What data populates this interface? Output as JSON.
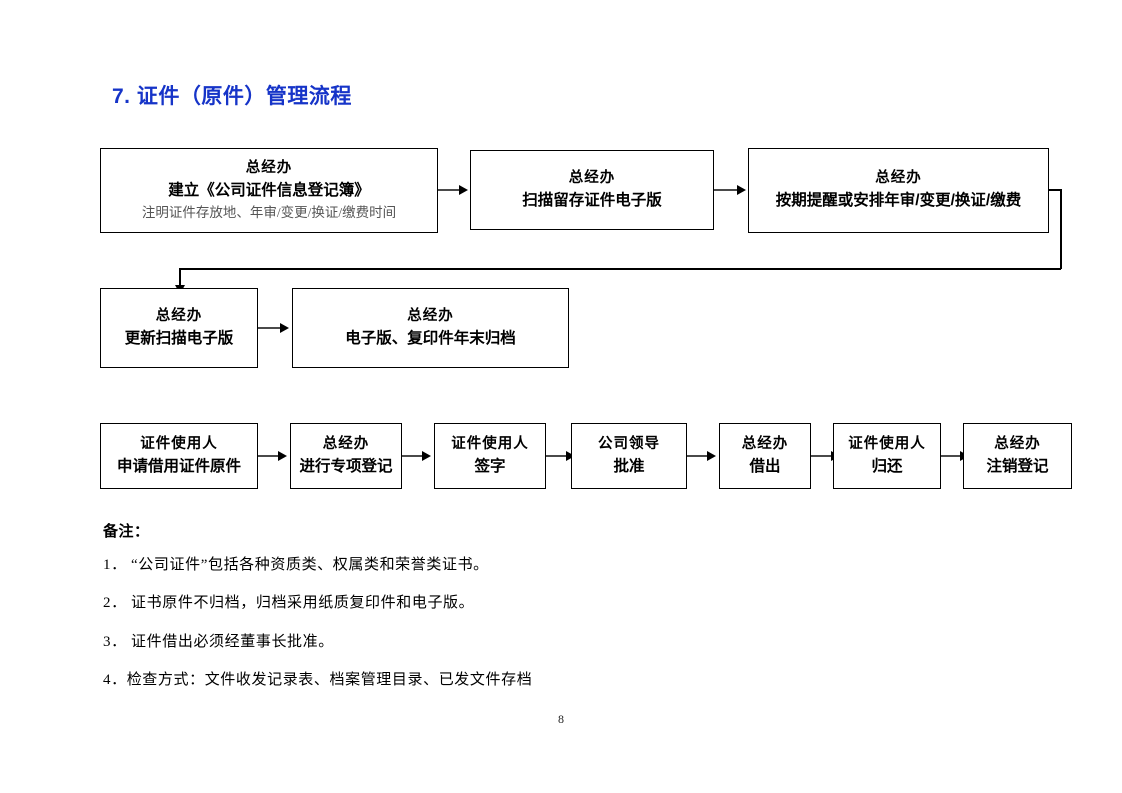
{
  "document": {
    "title": "7. 证件（原件）管理流程",
    "title_color": "#1634c8",
    "page_number": "8"
  },
  "flow": {
    "row1": [
      {
        "role": "总经办",
        "action": "建立《公司证件信息登记簿》",
        "note": "注明证件存放地、年审/变更/换证/缴费时间"
      },
      {
        "role": "总经办",
        "action": "扫描留存证件电子版",
        "note": ""
      },
      {
        "role": "总经办",
        "action": "按期提醒或安排年审/变更/换证/缴费",
        "note": ""
      }
    ],
    "row2": [
      {
        "role": "总经办",
        "action": "更新扫描电子版"
      },
      {
        "role": "总经办",
        "action": "电子版、复印件年末归档"
      }
    ],
    "row3": [
      {
        "role": "证件使用人",
        "action": "申请借用证件原件"
      },
      {
        "role": "总经办",
        "action": "进行专项登记"
      },
      {
        "role": "证件使用人",
        "action": "签字"
      },
      {
        "role": "公司领导",
        "action": "批准"
      },
      {
        "role": "总经办",
        "action": "借出"
      },
      {
        "role": "证件使用人",
        "action": "归还"
      },
      {
        "role": "总经办",
        "action": "注销登记"
      }
    ]
  },
  "notes": {
    "heading": "备注：",
    "items": [
      "1．  “公司证件”包括各种资质类、权属类和荣誉类证书。",
      "2．  证书原件不归档，归档采用纸质复印件和电子版。",
      "3．  证件借出必须经董事长批准。",
      "4．检查方式：文件收发记录表、档案管理目录、已发文件存档"
    ]
  }
}
